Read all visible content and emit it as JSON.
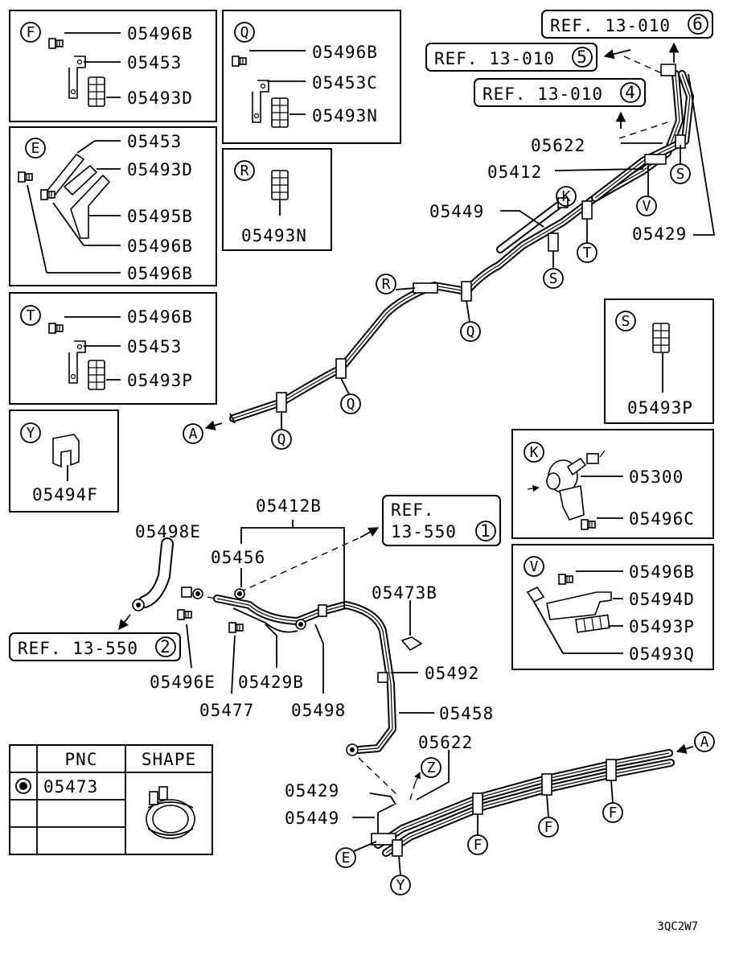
{
  "diagram_code": "3QC2W7",
  "detail_boxes": {
    "F": {
      "letter": "F",
      "parts": [
        "05496B",
        "05453",
        "05493D"
      ]
    },
    "Q": {
      "letter": "Q",
      "parts": [
        "05496B",
        "05453C",
        "05493N"
      ]
    },
    "E": {
      "letter": "E",
      "parts": [
        "05453",
        "05493D",
        "05495B",
        "05496B",
        "05496B"
      ]
    },
    "R": {
      "letter": "R",
      "parts": [
        "05493N"
      ]
    },
    "T": {
      "letter": "T",
      "parts": [
        "05496B",
        "05453",
        "05493P"
      ]
    },
    "S": {
      "letter": "S",
      "parts": [
        "05493P"
      ]
    },
    "Y": {
      "letter": "Y",
      "parts": [
        "05494F"
      ]
    },
    "K": {
      "letter": "K",
      "parts": [
        "05300",
        "05496C"
      ]
    },
    "V": {
      "letter": "V",
      "parts": [
        "05496B",
        "05494D",
        "05493P",
        "05493Q"
      ]
    }
  },
  "refs": {
    "r6": {
      "text": "REF. 13-010",
      "num": "6"
    },
    "r5": {
      "text": "REF. 13-010",
      "num": "5"
    },
    "r4": {
      "text": "REF. 13-010",
      "num": "4"
    },
    "r1_line1": "REF.",
    "r1_line2": "13-550",
    "r1_num": "1",
    "r2": {
      "text": "REF. 13-550",
      "num": "2"
    }
  },
  "upper_labels": {
    "p05622": "05622",
    "p05412": "05412",
    "p05449": "05449",
    "p05429": "05429"
  },
  "lower_labels": {
    "p05412B": "05412B",
    "p05498E": "05498E",
    "p05456": "05456",
    "p05473B": "05473B",
    "p05492": "05492",
    "p05496E": "05496E",
    "p05429B": "05429B",
    "p05477": "05477",
    "p05498": "05498",
    "p05458": "05458",
    "p05622": "05622",
    "p05429": "05429",
    "p05449": "05449"
  },
  "letters": {
    "K": "K",
    "S": "S",
    "V": "V",
    "T": "T",
    "R": "R",
    "Q": "Q",
    "A": "A",
    "Z": "Z",
    "E": "E",
    "Y": "Y",
    "F": "F"
  },
  "pnc_table": {
    "header_pnc": "PNC",
    "header_shape": "SHAPE",
    "rows": [
      {
        "pnc": "05473"
      }
    ]
  }
}
